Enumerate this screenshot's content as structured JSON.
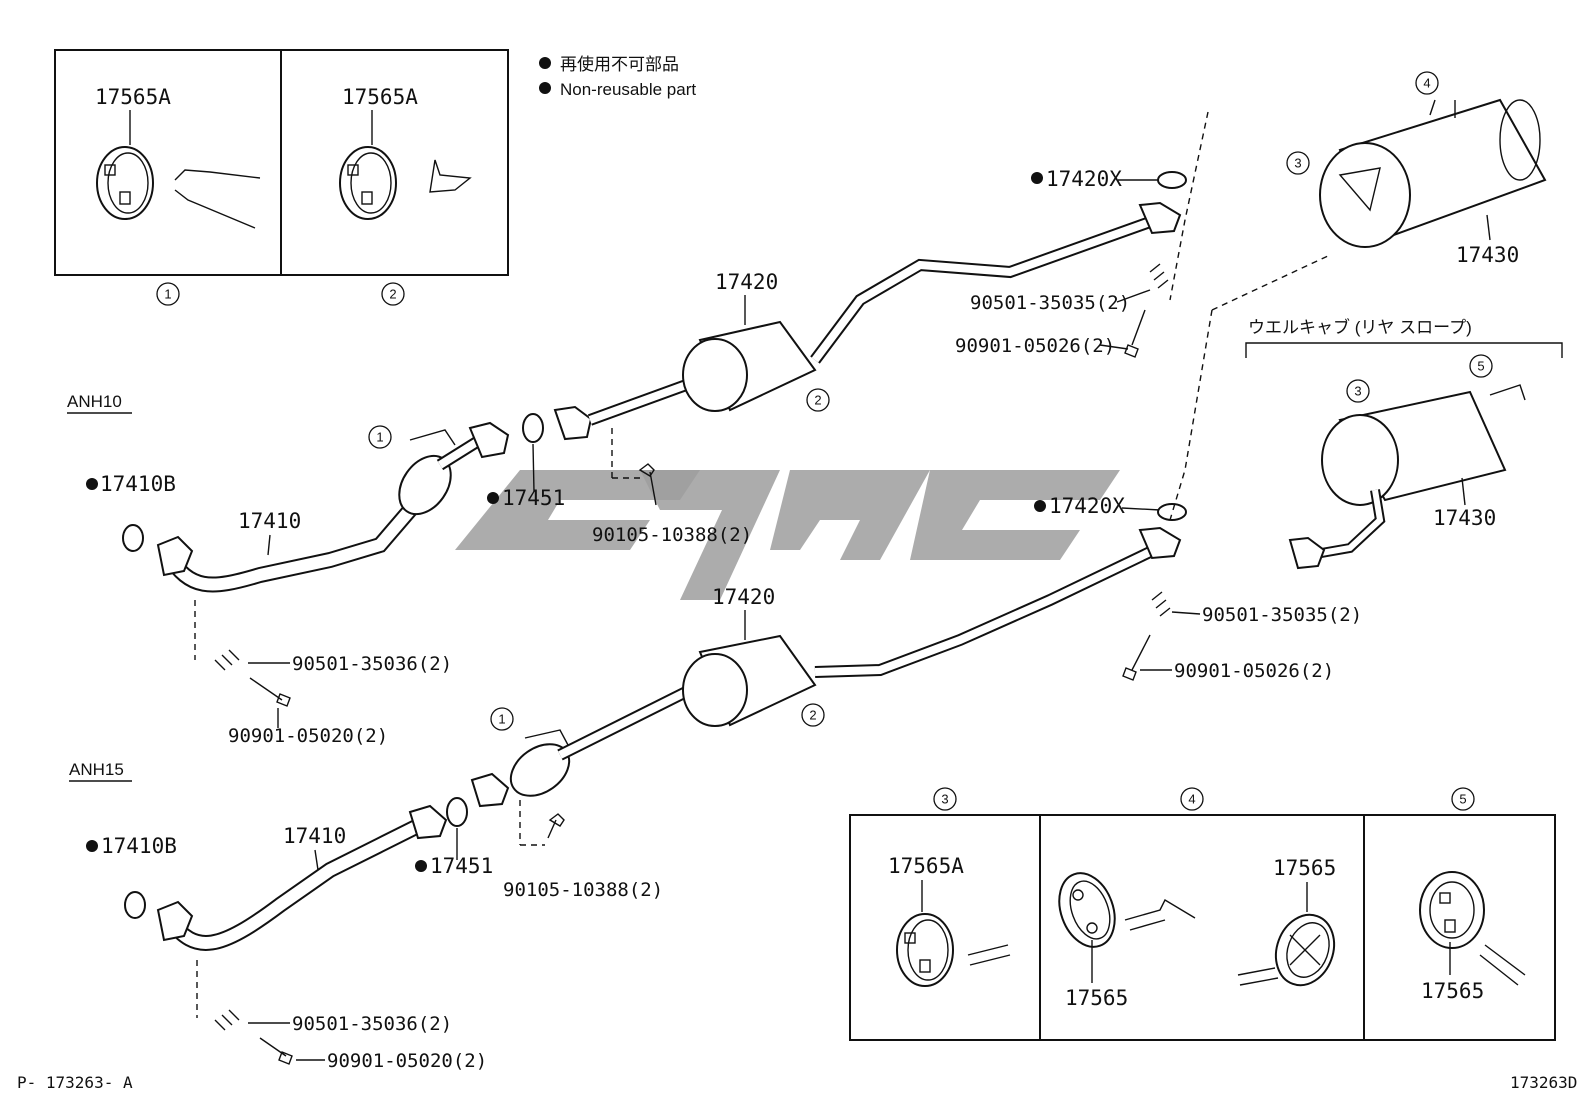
{
  "legend": {
    "line1": "再使用不可部品",
    "line2": "Non-reusable part"
  },
  "top_boxes": [
    {
      "part": "17565A",
      "ref": "1"
    },
    {
      "part": "17565A",
      "ref": "2"
    }
  ],
  "section_labels": {
    "anh10": "ANH10",
    "anh15": "ANH15",
    "welcab": "ウエルキャブ (リヤ スロープ)"
  },
  "anh10": {
    "p17410B": "17410B",
    "p17410": "17410",
    "p17451": "17451",
    "p17420": "17420",
    "p17420X": "17420X",
    "bolt1": "90105-10388(2)",
    "spring_front": "90501-35036(2)",
    "bolt_front": "90901-05020(2)",
    "spring_rear": "90501-35035(2)",
    "bolt_rear": "90901-05026(2)",
    "ref1": "1",
    "ref2": "2"
  },
  "anh15": {
    "p17410B": "17410B",
    "p17410": "17410",
    "p17451": "17451",
    "p17420": "17420",
    "p17420X": "17420X",
    "bolt1": "90105-10388(2)",
    "spring_front": "90501-35036(2)",
    "bolt_front": "90901-05020(2)",
    "spring_rear": "90501-35035(2)",
    "bolt_rear": "90901-05026(2)",
    "ref1": "1",
    "ref2": "2"
  },
  "muffler_top": {
    "part": "17430",
    "ref3": "3",
    "ref4": "4"
  },
  "muffler_welcab": {
    "part": "17430",
    "ref3": "3",
    "ref5": "5"
  },
  "bottom_boxes": [
    {
      "ref": "3",
      "parts": [
        "17565A"
      ]
    },
    {
      "ref": "4",
      "parts": [
        "17565",
        "17565"
      ]
    },
    {
      "ref": "5",
      "parts": [
        "17565"
      ]
    }
  ],
  "footer": {
    "left": "P- 173263- A",
    "right": "173263D"
  },
  "watermark": {
    "color": "#9d9d9d"
  }
}
